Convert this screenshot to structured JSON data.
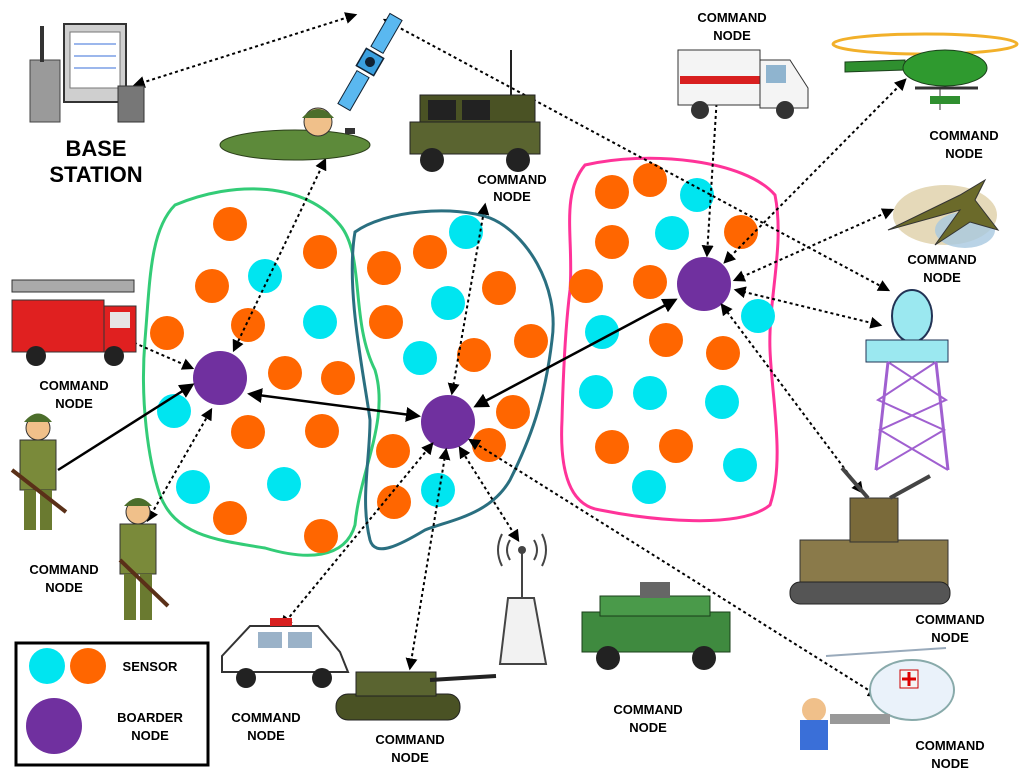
{
  "base_station": {
    "line1": "BASE",
    "line2": "STATION"
  },
  "command_label": {
    "line1": "COMMAND",
    "line2": "NODE"
  },
  "legend": {
    "sensor": "SENSOR",
    "border_line1": "BOARDER",
    "border_line2": "NODE"
  },
  "colors": {
    "sensor_orange": "#ff6600",
    "sensor_cyan": "#00e5f0",
    "border_node": "#70309f",
    "cluster_left": "#33cc77",
    "cluster_middle": "#2a6f80",
    "cluster_right": "#ff3399"
  },
  "icons": [
    "computer-icon",
    "satellite-icon",
    "soldier-prone-icon",
    "humvee-icon",
    "ambulance-icon",
    "helicopter-green-icon",
    "jet-icon",
    "radar-tower-icon",
    "fire-truck-icon",
    "soldier-icon",
    "tank-icon",
    "police-car-icon",
    "antenna-icon",
    "armored-car-icon",
    "medical-helicopter-icon"
  ]
}
